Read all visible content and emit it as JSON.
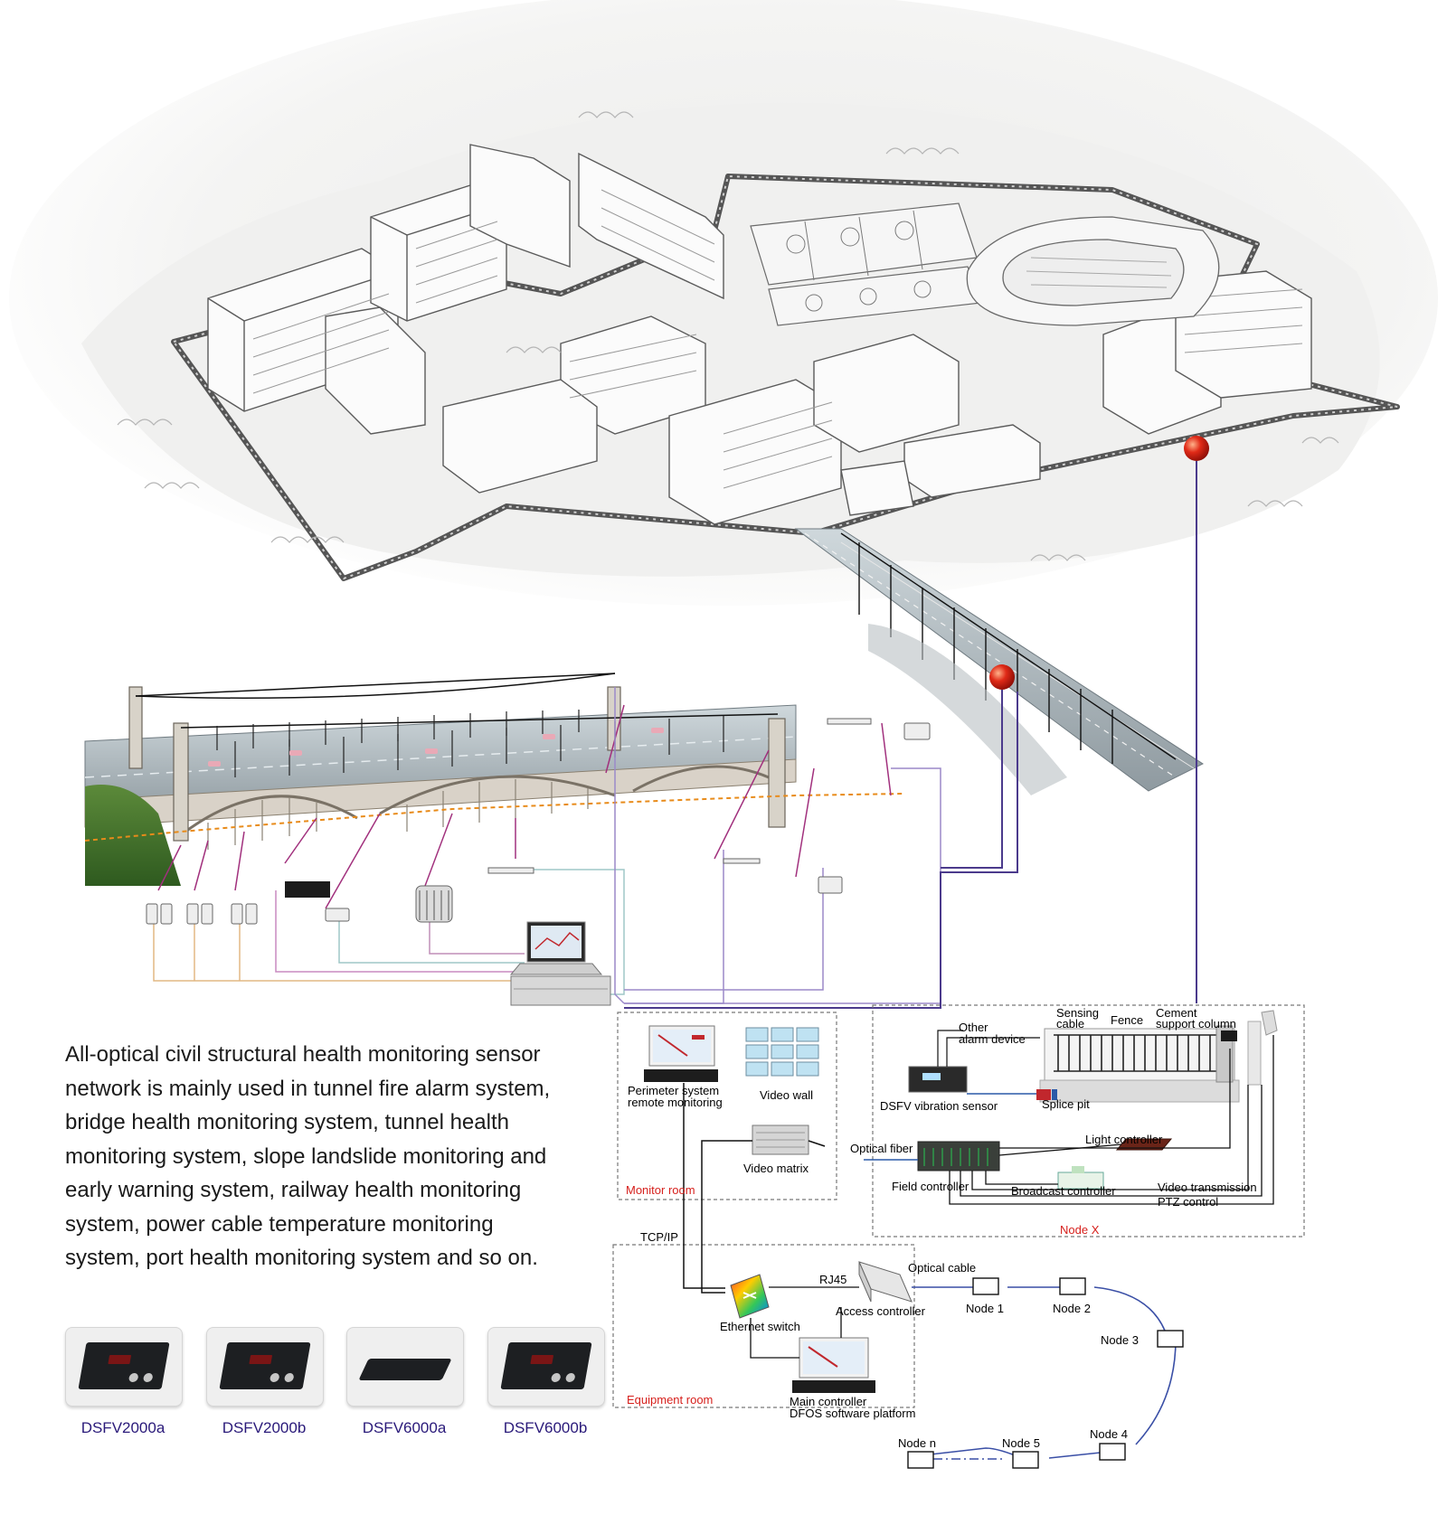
{
  "description": "All-optical civil structural health monitoring sensor network is mainly used in tunnel fire alarm system, bridge health monitoring system, tunnel health monitoring system, slope landslide monitoring and early warning system, railway health monitoring system, power cable temperature monitoring system, port health monitoring system and so on.",
  "products": [
    {
      "label": "DSFV2000a"
    },
    {
      "label": "DSFV2000b"
    },
    {
      "label": "DSFV6000a"
    },
    {
      "label": "DSFV6000b"
    }
  ],
  "monitor_room": {
    "title": "Monitor room",
    "perimeter_line1": "Perimeter system",
    "perimeter_line2": "remote monitoring",
    "video_wall": "Video wall",
    "video_matrix": "Video matrix"
  },
  "node_x": {
    "title": "Node X",
    "other_alarm_line1": "Other",
    "other_alarm_line2": "alarm device",
    "sensing_line1": "Sensing",
    "sensing_line2": "cable",
    "fence": "Fence",
    "cement_line1": "Cement",
    "cement_line2": "support column",
    "vibration_sensor": "DSFV vibration sensor",
    "splice_pit": "Splice pit",
    "optical_fiber": "Optical fiber",
    "light_controller": "Light controller",
    "field_controller": "Field controller",
    "broadcast_controller": "Broadcast controller",
    "video_transmission": "Video transmission",
    "ptz_control": "PTZ control"
  },
  "equipment_room": {
    "title": "Equipment room",
    "tcpip": "TCP/IP",
    "rj45": "RJ45",
    "optical_cable": "Optical cable",
    "ethernet_switch": "Ethernet switch",
    "access_controller": "Access controller",
    "main_line1": "Main controller",
    "main_line2": "DFOS software platform"
  },
  "nodes": {
    "n1": "Node 1",
    "n2": "Node 2",
    "n3": "Node 3",
    "n4": "Node 4",
    "n5": "Node 5",
    "nn": "Node n"
  },
  "colors": {
    "trunk_line": "#4b3a8c",
    "sensor_line": "#a1307d",
    "alarm_dot": "#d71910",
    "node_caption": "#d6201c",
    "ring": "#3a4fa6",
    "product_label": "#2a1a7a"
  }
}
